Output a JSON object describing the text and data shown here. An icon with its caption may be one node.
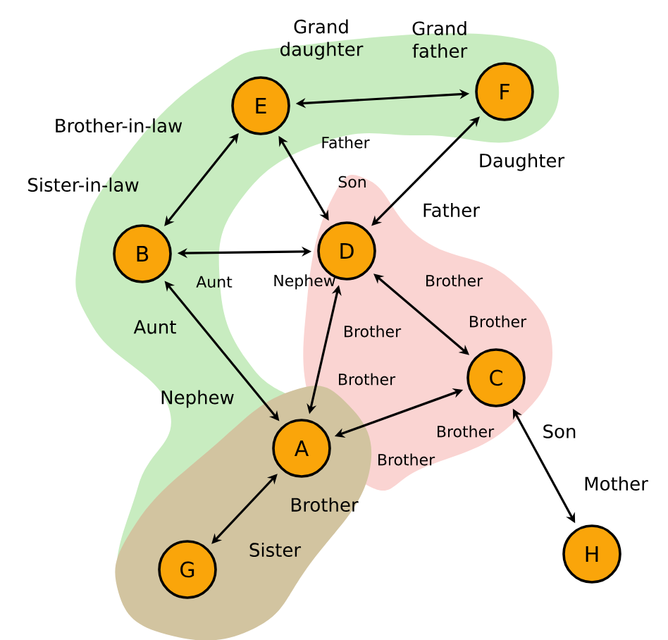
{
  "diagram": {
    "nodes": [
      {
        "text": [
          "E"
        ]
      },
      {
        "text": [
          "F"
        ]
      },
      {
        "text": [
          "B"
        ]
      },
      {
        "text": [
          "D"
        ]
      },
      {
        "text": [
          "C"
        ]
      },
      {
        "text": [
          "A"
        ]
      },
      {
        "text": [
          "G"
        ]
      },
      {
        "text": [
          "H"
        ]
      }
    ],
    "edges": [
      {
        "from": 0,
        "to": 1,
        "arrow": "both"
      },
      {
        "from": 0,
        "to": 2,
        "arrow": "both"
      },
      {
        "from": 0,
        "to": 3,
        "arrow": "both"
      },
      {
        "from": 1,
        "to": 3,
        "arrow": "both"
      },
      {
        "from": 2,
        "to": 3,
        "arrow": "both"
      },
      {
        "from": 2,
        "to": 5,
        "arrow": "both"
      },
      {
        "from": 3,
        "to": 5,
        "arrow": "both"
      },
      {
        "from": 3,
        "to": 4,
        "arrow": "both"
      },
      {
        "from": 5,
        "to": 4,
        "arrow": "both"
      },
      {
        "from": 5,
        "to": 6,
        "arrow": "both"
      },
      {
        "from": 4,
        "to": 7,
        "arrow": "both"
      }
    ],
    "labels": [
      "Grand daughter",
      "Grand father",
      "Brother-in-law",
      "Father",
      "Daughter",
      "Sister-in-law",
      "Son",
      "Father",
      "Aunt",
      "Nephew",
      "Brother",
      "Aunt",
      "Brother",
      "Brother",
      "Nephew",
      "Brother",
      "Brother",
      "Son",
      "Brother",
      "Mother",
      "Brother",
      "Sister"
    ]
  }
}
